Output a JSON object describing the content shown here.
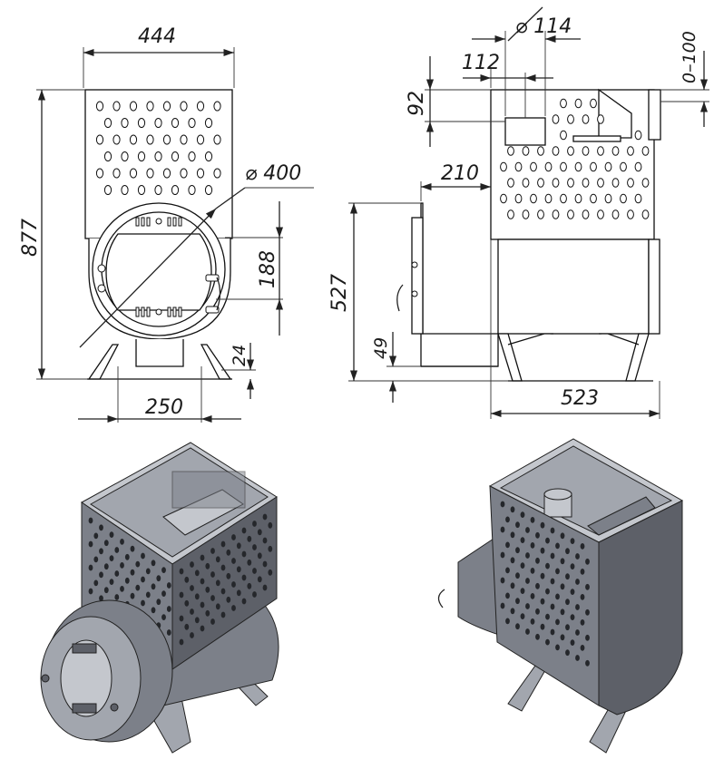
{
  "dimensions": {
    "front_width": "444",
    "height": "877",
    "door_diameter": "⌀ 400",
    "door_center_height": "188",
    "foot_height": "24",
    "foot_span": "250",
    "pipe_diameter": "⌀ 114",
    "pipe_offset": "112",
    "pipe_height": "92",
    "pipe_adjust": "0–100",
    "door_protrusion": "210",
    "body_height": "527",
    "base_height": "49",
    "depth": "523"
  }
}
